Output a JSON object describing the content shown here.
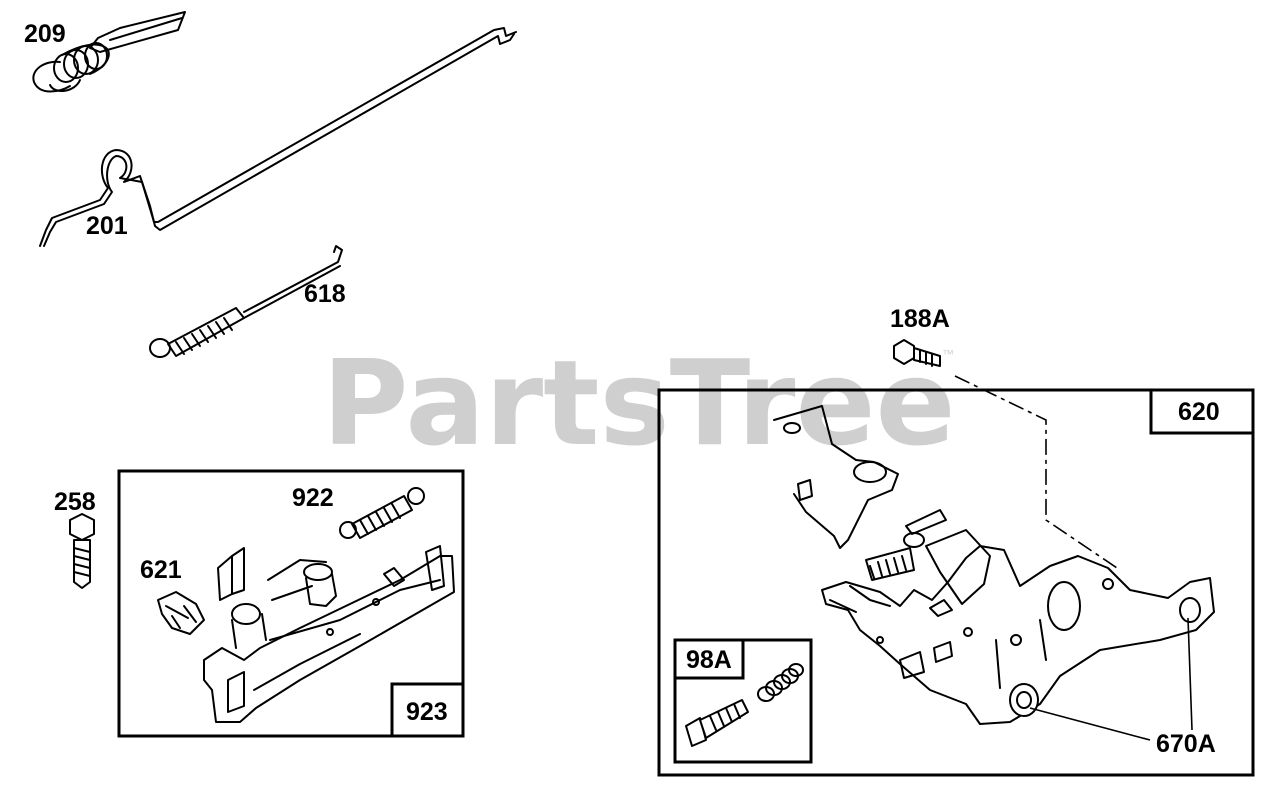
{
  "watermark": "PartsTree",
  "watermark_mark": "™",
  "labels": {
    "p209": "209",
    "p201": "201",
    "p618": "618",
    "p188A": "188A",
    "p620": "620",
    "p258": "258",
    "p922": "922",
    "p621": "621",
    "p923": "923",
    "p98A": "98A",
    "p670A": "670A"
  },
  "colors": {
    "line": "#000000",
    "background": "#ffffff",
    "watermark": "#cfcfcf"
  }
}
